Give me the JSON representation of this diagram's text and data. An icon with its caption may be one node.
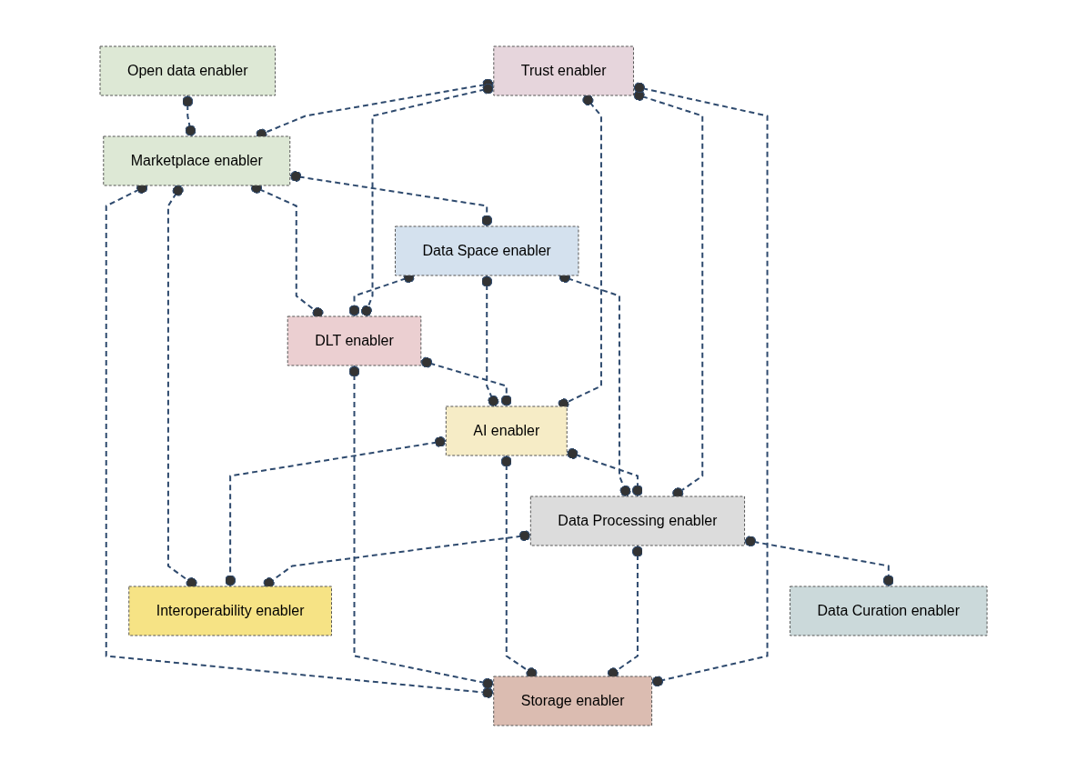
{
  "diagram": {
    "nodes": [
      {
        "text": [
          "Trust enabler"
        ]
      },
      {
        "text": [
          "Open data enabler"
        ]
      },
      {
        "text": [
          "Marketplace enabler"
        ]
      },
      {
        "text": [
          "Data Space enabler"
        ]
      },
      {
        "text": [
          "DLT enabler"
        ]
      },
      {
        "text": [
          "AI enabler"
        ]
      },
      {
        "text": [
          "Data Processing enabler"
        ]
      },
      {
        "text": [
          "Data Curation enabler"
        ]
      },
      {
        "text": [
          "Interoperability enabler"
        ]
      },
      {
        "text": [
          "Storage enabler"
        ]
      }
    ],
    "edges": [
      {
        "from": 1,
        "to": 2,
        "arrow": "other",
        "style": "dashed"
      },
      {
        "from": 0,
        "to": 2,
        "arrow": "other",
        "style": "dashed"
      },
      {
        "from": 2,
        "to": 9,
        "arrow": "other",
        "style": "dashed"
      },
      {
        "from": 2,
        "to": 3,
        "arrow": "other",
        "style": "dashed"
      },
      {
        "from": 2,
        "to": 4,
        "arrow": "other",
        "style": "dashed"
      },
      {
        "from": 2,
        "to": 8,
        "arrow": "other",
        "style": "dashed"
      },
      {
        "from": 3,
        "to": 4,
        "arrow": "other",
        "style": "dashed"
      },
      {
        "from": 3,
        "to": 5,
        "arrow": "other",
        "style": "dashed"
      },
      {
        "from": 3,
        "to": 6,
        "arrow": "other",
        "style": "dashed"
      },
      {
        "from": 0,
        "to": 4,
        "arrow": "other",
        "style": "dashed"
      },
      {
        "from": 4,
        "to": 9,
        "arrow": "other",
        "style": "dashed"
      },
      {
        "from": 4,
        "to": 5,
        "arrow": "other",
        "style": "dashed"
      },
      {
        "from": 0,
        "to": 5,
        "arrow": "other",
        "style": "dashed"
      },
      {
        "from": 5,
        "to": 9,
        "arrow": "other",
        "style": "dashed"
      },
      {
        "from": 5,
        "to": 6,
        "arrow": "other",
        "style": "dashed"
      },
      {
        "from": 5,
        "to": 8,
        "arrow": "other",
        "style": "dashed"
      },
      {
        "from": 0,
        "to": 6,
        "arrow": "other",
        "style": "dashed"
      },
      {
        "from": 6,
        "to": 9,
        "arrow": "other",
        "style": "dashed"
      },
      {
        "from": 6,
        "to": 7,
        "arrow": "other",
        "style": "dashed"
      },
      {
        "from": 6,
        "to": 8,
        "arrow": "other",
        "style": "dashed"
      },
      {
        "from": 0,
        "to": 9,
        "arrow": "other",
        "style": "dashed"
      }
    ]
  }
}
